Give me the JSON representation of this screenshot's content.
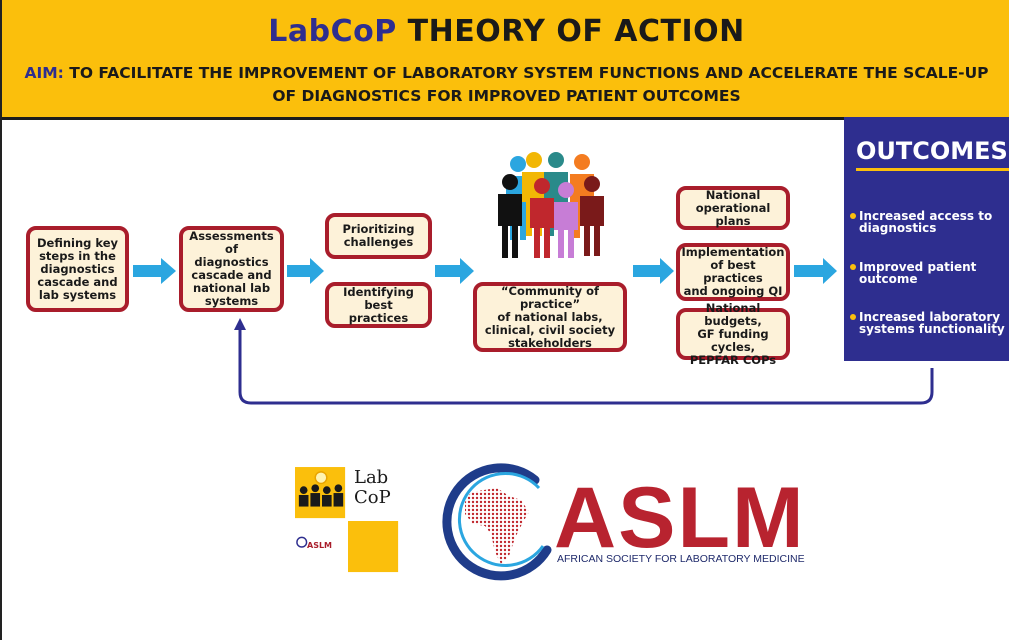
{
  "header": {
    "title_brand": "LabCoP",
    "title_rest": " THEORY OF ACTION",
    "aim_label": "AIM:",
    "aim_text": " TO FACILITATE THE IMPROVEMENT OF LABORATORY SYSTEM FUNCTIONS AND ACCELERATE THE SCALE-UP OF DIAGNOSTICS FOR IMPROVED PATIENT OUTCOMES"
  },
  "steps": {
    "defining": "Defining key\nsteps in the\ndiagnostics\ncascade and\nlab systems",
    "assessments": "Assessments of\ndiagnostics\ncascade and\nnational lab\nsystems",
    "prioritizing": "Prioritizing\nchallenges",
    "identifying": "Identifying\nbest practices",
    "community": "“Community of practice”\nof national labs,\nclinical, civil society\nstakeholders",
    "operational": "National\noperational plans",
    "implementation": "Implementation\nof best practices\nand ongoing QI",
    "budgets": "National budgets,\nGF funding cycles,\nPEPFAR COPs"
  },
  "outcomes": {
    "title": "OUTCOMES",
    "items": [
      "Increased access to\ndiagnostics",
      "Improved patient\noutcome",
      "Increased laboratory\nsystems functionality"
    ]
  },
  "logos": {
    "labcop_text": "Lab\nCoP",
    "labcop_aslm": "ASLM",
    "aslm_word": "ASLM",
    "aslm_sub": "AFRICAN SOCIETY FOR LABORATORY MEDICINE"
  },
  "colors": {
    "header_bg": "#fbbf0c",
    "brand_blue": "#2e2e8f",
    "box_border": "#a91d2b",
    "box_fill": "#fdf2d9",
    "arrow_blue": "#2ba6e0"
  }
}
